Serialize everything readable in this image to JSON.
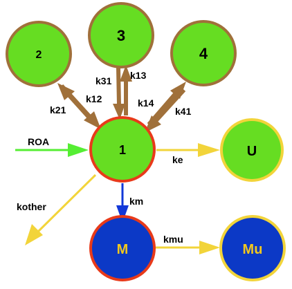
{
  "colors": {
    "node_green": "#66dd22",
    "node_blue": "#0c39c6",
    "outline_brown": "#a0703a",
    "outline_red": "#e83a1a",
    "outline_yellow": "#f2d43a",
    "arrow_brown": "#a0703a",
    "arrow_yellow": "#f2d43a",
    "arrow_blue": "#1238d8",
    "arrow_green": "#55ee33",
    "label_yellow": "#f2c81e"
  },
  "nodes": {
    "n2": {
      "label": "2"
    },
    "n3": {
      "label": "3"
    },
    "n4": {
      "label": "4"
    },
    "n1": {
      "label": "1"
    },
    "u": {
      "label": "U"
    },
    "m": {
      "label": "M"
    },
    "mu": {
      "label": "Mu"
    }
  },
  "edges": {
    "k21": "k21",
    "k12": "k12",
    "k31": "k31",
    "k13": "k13",
    "k14": "k14",
    "k41": "k41",
    "roa": "ROA",
    "ke": "ke",
    "km": "km",
    "kother": "kother",
    "kmu": "kmu"
  }
}
